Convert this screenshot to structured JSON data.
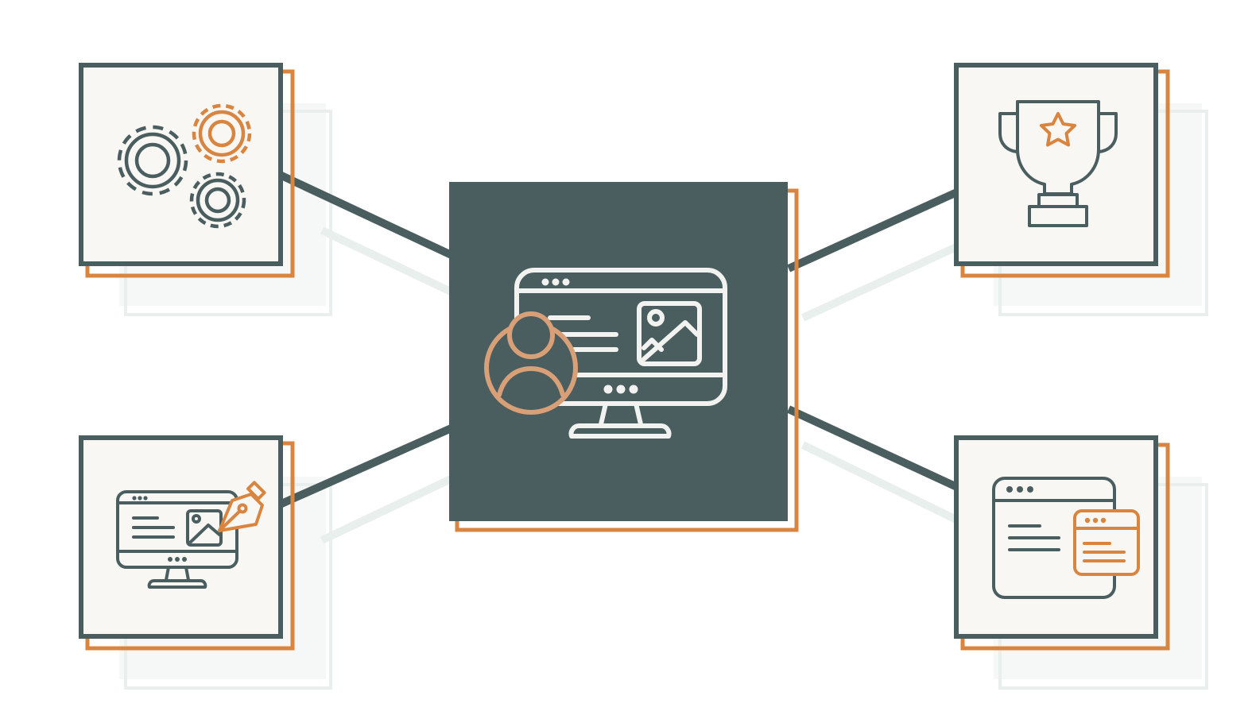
{
  "colors": {
    "background": "#ffffff",
    "dark_slate": "#4b5e5f",
    "accent_orange": "#d9843f",
    "icon_orange": "#d9a077",
    "card_fill": "#f8f7f4",
    "shadow": "#e9efec",
    "icon_light": "#f2f2f0"
  },
  "diagram": {
    "center": {
      "icon": "user-web-page-monitor-icon"
    },
    "nodes": [
      {
        "position": "top-left",
        "icon": "gears-settings-icon"
      },
      {
        "position": "bottom-left",
        "icon": "web-design-monitor-pen-icon"
      },
      {
        "position": "top-right",
        "icon": "trophy-star-icon"
      },
      {
        "position": "bottom-right",
        "icon": "browser-windows-icon"
      }
    ]
  }
}
